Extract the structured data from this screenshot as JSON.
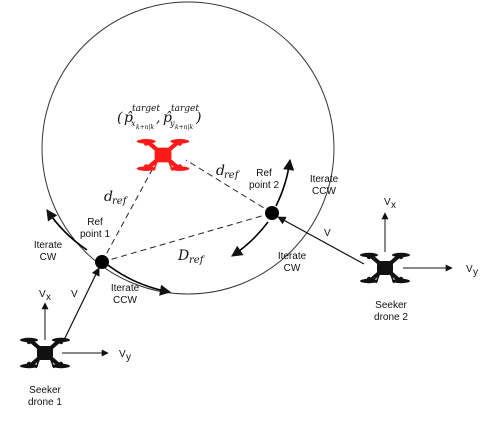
{
  "colors": {
    "stroke": "#333333",
    "target": "#ff1a1a",
    "drone": "#111111",
    "point": "#000000"
  },
  "icons": {
    "target_drone": "quadcopter-icon-red",
    "seeker_drone": "quadcopter-icon-black"
  },
  "target": {
    "label_p": "p̂",
    "sup": "target",
    "sub1": "x",
    "sub1b": "k+n|k",
    "sub2": "y",
    "sub2b": "k+n|k",
    "open": "(",
    "comma": ",",
    "close": ")"
  },
  "ref1": {
    "line1": "Ref",
    "line2": "point 1"
  },
  "ref2": {
    "line1": "Ref",
    "line2": "point 2"
  },
  "iterate": {
    "cw_left_1": "Iterate",
    "cw_left_2": "CW",
    "ccw_left_1": "Iterate",
    "ccw_left_2": "CCW",
    "ccw_right_1": "Iterate",
    "ccw_right_2": "CCW",
    "cw_right_1": "Iterate",
    "cw_right_2": "CW"
  },
  "dref": {
    "d": "d",
    "sub": "ref"
  },
  "Dref": {
    "D": "D",
    "sub": "ref"
  },
  "seeker1": {
    "line1": "Seeker",
    "line2": "drone 1",
    "vx": "V",
    "vx_sub": "x",
    "vy": "V",
    "vy_sub": "y",
    "v": "V"
  },
  "seeker2": {
    "line1": "Seeker",
    "line2": "drone 2",
    "vx": "V",
    "vx_sub": "x",
    "vy": "V",
    "vy_sub": "y",
    "v": "V"
  }
}
